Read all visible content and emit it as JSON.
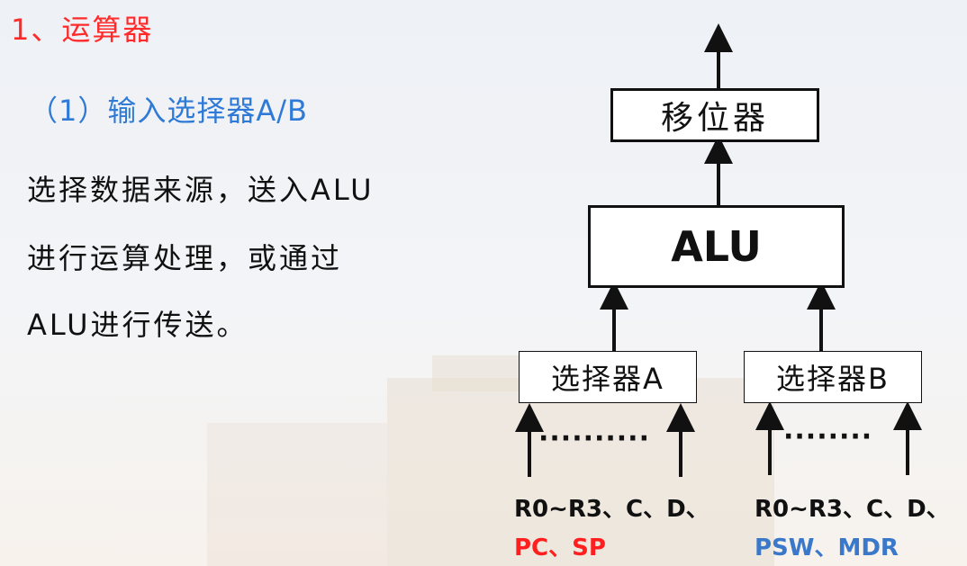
{
  "slide": {
    "section_title": "1、运算器",
    "subtitle": "（1）输入选择器A/B",
    "body_lines": [
      "选择数据来源，送入ALU",
      "进行运算处理，或通过",
      "ALU进行传送。"
    ]
  },
  "diagram": {
    "shifter_label": "移位器",
    "alu_label": "ALU",
    "selector_a": {
      "label": "选择器A",
      "dots": "··········",
      "sources_line1": "R0~R3、C、D、",
      "sources_line2": "PC、SP"
    },
    "selector_b": {
      "label": "选择器B",
      "dots": "········",
      "sources_line1": "R0~R3、C、D、",
      "sources_line2": "PSW、MDR"
    }
  },
  "colors": {
    "title_red": "#ff2a2a",
    "subtitle_blue": "#2f7ad6",
    "src_red": "#ff1f1f",
    "src_blue": "#3a78c9"
  }
}
